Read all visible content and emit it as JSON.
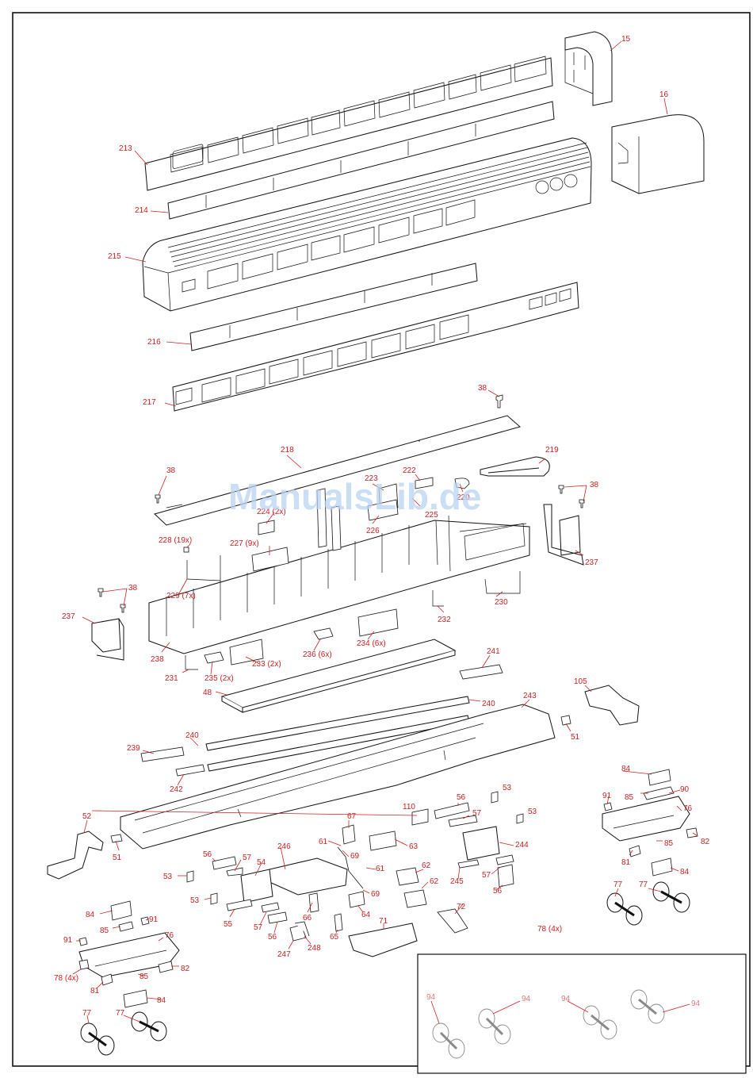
{
  "watermark": "ManualsLib.de",
  "colors": {
    "callout": "#d02020",
    "line": "#111111",
    "watermark": "#b9d3f2",
    "inset_line": "#8a8a8a"
  },
  "callouts": {
    "p15": "15",
    "p16": "16",
    "p213": "213",
    "p214": "214",
    "p215": "215",
    "p216": "216",
    "p217": "217",
    "p38a": "38",
    "p218": "218",
    "p219": "219",
    "p38b": "38",
    "p38c": "38",
    "p222": "222",
    "p223": "223",
    "p220": "220",
    "p224": "224 (2x)",
    "p225": "225",
    "p226": "226",
    "p228": "228 (19x)",
    "p227": "227 (9x)",
    "p237a": "237",
    "p229": "229 (7x)",
    "p38d": "38",
    "p237b": "237",
    "p232": "232",
    "p230": "230",
    "p238": "238",
    "p233": "233 (2x)",
    "p236": "236 (6x)",
    "p234": "234 (6x)",
    "p231": "231",
    "p235": "235 (2x)",
    "p241": "241",
    "p48": "48",
    "p240a": "240",
    "p105": "105",
    "p243": "243",
    "p51a": "51",
    "p239": "239",
    "p240b": "240",
    "p242": "242",
    "p84a": "84",
    "p91a": "91",
    "p85a": "85",
    "p90": "90",
    "p76a": "76",
    "p82a": "82",
    "p85b": "85",
    "p81a": "81",
    "p84b": "84",
    "p77a": "77",
    "p77b": "77",
    "p52": "52",
    "p51b": "51",
    "p53a": "53",
    "p53b": "53",
    "p110": "110",
    "p56a": "56",
    "p57a": "57",
    "p67": "67",
    "p61a": "61",
    "p63": "63",
    "p246": "246",
    "p244": "244",
    "p69a": "69",
    "p61b": "61",
    "p62a": "62",
    "p62b": "62",
    "p69b": "69",
    "p245": "245",
    "p57b": "57",
    "p56b": "56",
    "p56c": "56",
    "p57c": "57",
    "p54": "54",
    "p53c": "53",
    "p53d": "53",
    "p55": "55",
    "p57d": "57",
    "p56d": "56",
    "p66": "66",
    "p64": "64",
    "p72": "72",
    "p71": "71",
    "p65": "65",
    "p247": "247",
    "p248": "248",
    "p78a": "78 (4x)",
    "p84c": "84",
    "p85c": "85",
    "p91b": "91",
    "p91c": "91",
    "p76b": "76",
    "p78b": "78 (4x)",
    "p82b": "82",
    "p81b": "81",
    "p85d": "85",
    "p84d": "84",
    "p77c": "77",
    "p77d": "77",
    "p94a": "94",
    "p94b": "94",
    "p94c": "94",
    "p94d": "94"
  }
}
